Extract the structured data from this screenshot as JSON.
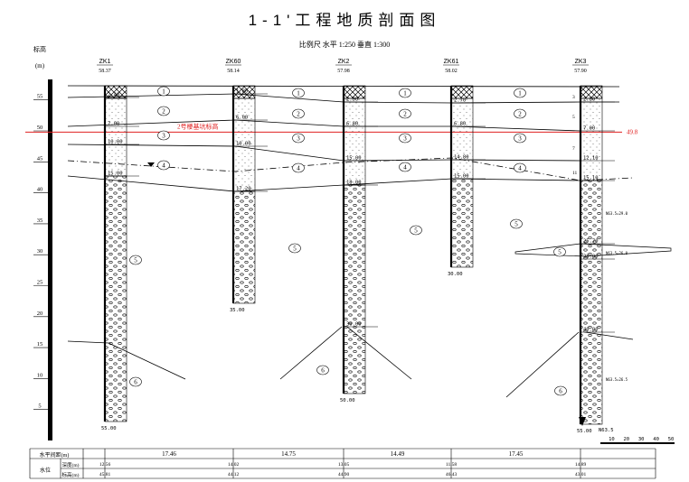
{
  "title": "1-1'工程地质剖面图",
  "scale_text": "比例尺  水平   1:250     垂直   1:300",
  "axis_label": "标高",
  "axis_unit": "(m)",
  "elevation_ticks": [
    "55",
    "50",
    "45",
    "40",
    "35",
    "30",
    "25",
    "20",
    "15",
    "10",
    "5"
  ],
  "foundation_line": {
    "label": "2号楼基坑标高",
    "value": "49.8",
    "color": "#e02020"
  },
  "boreholes": [
    {
      "id": "ZK1",
      "elevation": "58.37",
      "depths": [
        "2.40",
        "7.00",
        "10.00",
        "15.00"
      ],
      "bottom": "55.00",
      "water": "12.56"
    },
    {
      "id": "ZK60",
      "elevation": "58.14",
      "depths": [
        "1.80",
        "6.00",
        "10.00",
        "17.20"
      ],
      "bottom": "35.00"
    },
    {
      "id": "ZK2",
      "elevation": "57.98",
      "depths": [
        "2.90",
        "6.80",
        "15.00",
        "18.00",
        "30.00"
      ],
      "bottom": "50.00"
    },
    {
      "id": "ZK61",
      "elevation": "58.02",
      "depths": [
        "2.70",
        "6.80",
        "14.80",
        "15.00"
      ],
      "bottom": "30.00"
    },
    {
      "id": "ZK3",
      "elevation": "57.90",
      "depths": [
        "2.80",
        "7.00",
        "12.10",
        "15.10",
        "25.70",
        "28.00",
        "40.00"
      ],
      "bottom": "55.00",
      "notes": [
        "N63.5=29.0",
        "N63.5=26.0",
        "N63.5=26.5"
      ]
    }
  ],
  "strata": [
    "1",
    "2",
    "3",
    "4",
    "5",
    "6"
  ],
  "side_stratum_labels": [
    "3",
    "5",
    "7",
    "11"
  ],
  "bottom_note": "N63.5",
  "table": {
    "row1_label": "水平间距(m)",
    "row2_group": "水位",
    "row2a_label": "深度(m)",
    "row2b_label": "标高(m)",
    "spacings": [
      "17.46",
      "14.75",
      "14.49",
      "17.45"
    ],
    "depths": [
      "12.56",
      "14.02",
      "13.05",
      "11.58",
      "14.89"
    ],
    "elevations": [
      "45.81",
      "44.12",
      "44.90",
      "46.43",
      "43.01"
    ]
  },
  "scale_bar": [
    "10",
    "20",
    "30",
    "40",
    "50"
  ]
}
